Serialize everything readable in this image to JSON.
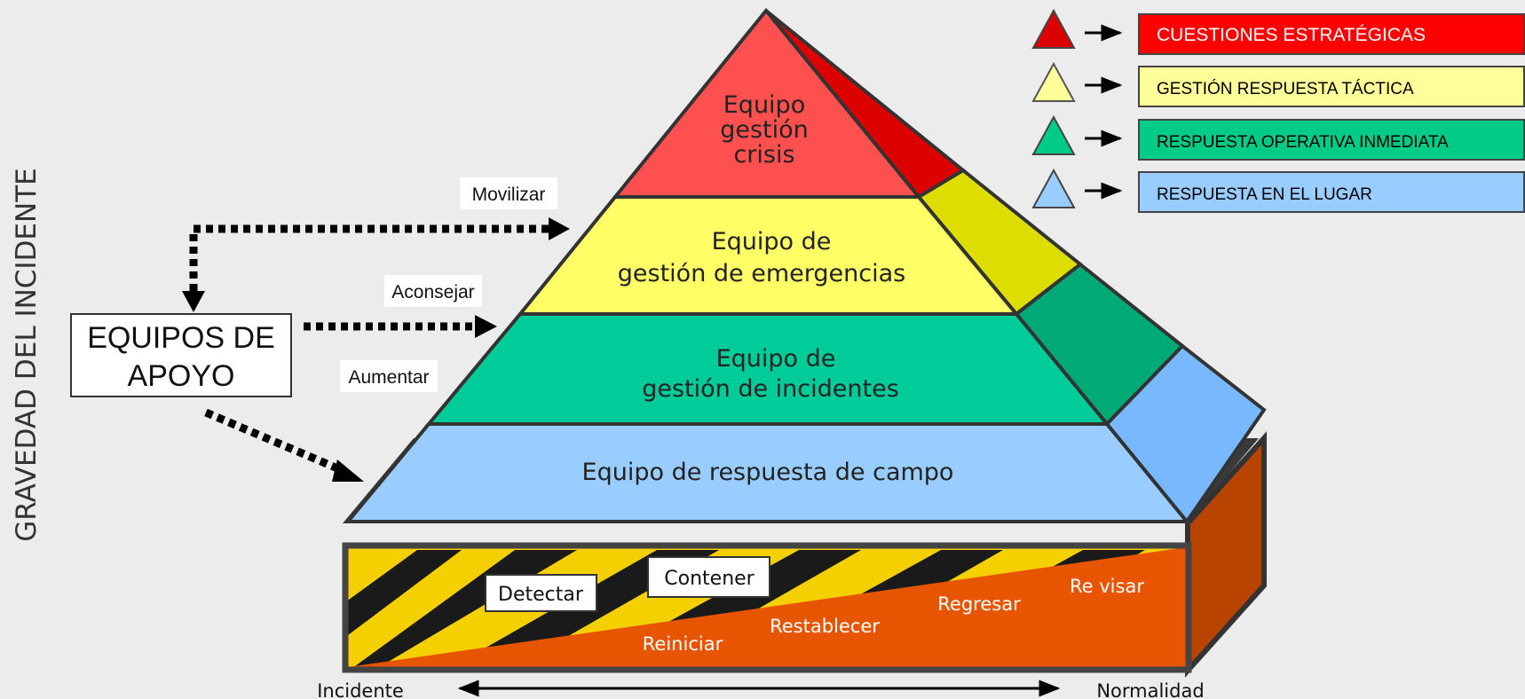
{
  "vertical_axis_label": "GRAVEDAD DEL INCIDENTE",
  "support_box": {
    "line1": "EQUIPOS DE",
    "line2": "APOYO"
  },
  "actions": {
    "mobilize": "Movilizar",
    "advise": "Aconsejar",
    "augment": "Aumentar"
  },
  "pyramid_levels": {
    "crisis": {
      "line1": "Equipo",
      "line2": "gestión",
      "line3": "crisis",
      "color": "#ff5050"
    },
    "emergency": {
      "line1": "Equipo de",
      "line2": "gestión de emergencias",
      "color": "#ffff66"
    },
    "incident": {
      "line1": "Equipo de",
      "line2": "gestión de incidentes",
      "color": "#00cc99"
    },
    "field": {
      "line1": "Equipo de respuesta de campo",
      "color": "#99ccff"
    }
  },
  "legend": [
    {
      "label": "CUESTIONES ESTRATÉGICAS",
      "color": "#ff0000",
      "text_color": "#ffffff"
    },
    {
      "label": "GESTIÓN RESPUESTA TÁCTICA",
      "color": "#ffff99",
      "text_color": "#000000"
    },
    {
      "label": "RESPUESTA OPERATIVA INMEDIATA",
      "color": "#00cc88",
      "text_color": "#000000"
    },
    {
      "label": "RESPUESTA EN EL LUGAR",
      "color": "#99ccff",
      "text_color": "#000000"
    }
  ],
  "base": {
    "detect": "Detectar",
    "contain": "Contener",
    "phases": [
      "Reiniciar",
      "Restablecer",
      "Regresar",
      "Re visar"
    ]
  },
  "timeline": {
    "start": "Incidente",
    "end": "Normalidad"
  }
}
